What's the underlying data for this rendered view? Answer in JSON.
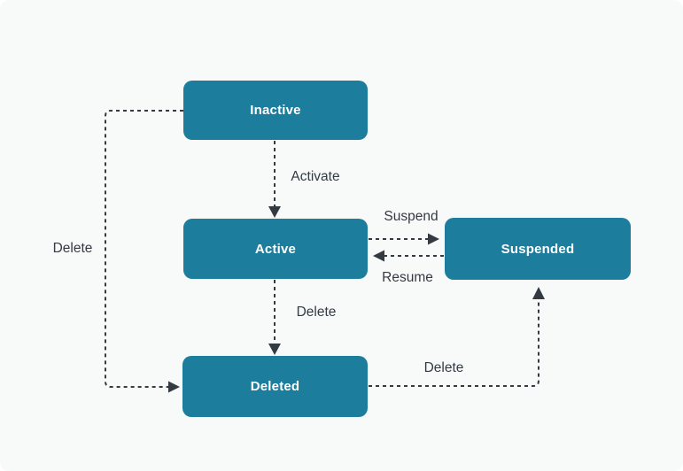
{
  "diagram": {
    "type": "state-diagram",
    "nodes": [
      {
        "id": "inactive",
        "label": "Inactive"
      },
      {
        "id": "active",
        "label": "Active"
      },
      {
        "id": "suspended",
        "label": "Suspended"
      },
      {
        "id": "deleted",
        "label": "Deleted"
      }
    ],
    "edges": [
      {
        "from": "inactive",
        "to": "active",
        "label": "Activate",
        "style": "dashed"
      },
      {
        "from": "active",
        "to": "suspended",
        "label": "Suspend",
        "style": "dashed"
      },
      {
        "from": "suspended",
        "to": "active",
        "label": "Resume",
        "style": "dashed"
      },
      {
        "from": "active",
        "to": "deleted",
        "label": "Delete",
        "style": "dashed"
      },
      {
        "from": "inactive",
        "to": "deleted",
        "label": "Delete",
        "style": "dashed"
      },
      {
        "from": "deleted",
        "to": "suspended",
        "label": "Delete",
        "style": "dashed"
      }
    ],
    "colors": {
      "node_fill": "#1d7d9c",
      "node_text": "#ffffff",
      "edge": "#333a42",
      "label_text": "#333a42",
      "background": "#f8fafa"
    }
  }
}
